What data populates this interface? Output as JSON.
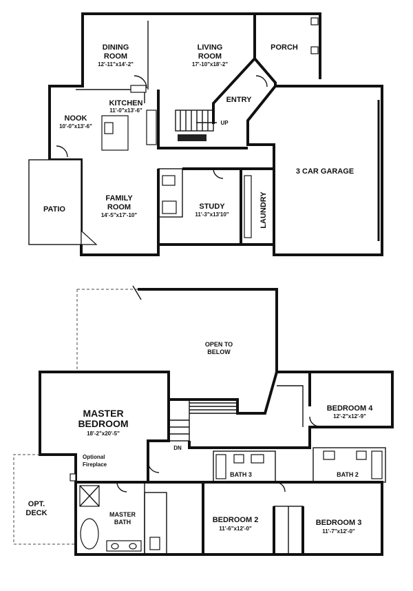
{
  "first_floor": {
    "dining": {
      "name_1": "DINING",
      "name_2": "ROOM",
      "dims": "12'-11\"x14'-2\""
    },
    "living": {
      "name_1": "LIVING",
      "name_2": "ROOM",
      "dims": "17'-10\"x18'-2\""
    },
    "porch": {
      "name": "PORCH"
    },
    "kitchen": {
      "name": "KITCHEN",
      "dims": "11'-0\"x13'-6\""
    },
    "nook": {
      "name": "NOOK",
      "dims": "10'-0\"x13'-6\""
    },
    "entry": {
      "name": "ENTRY"
    },
    "stair_up": "UP",
    "garage": {
      "name": "3 CAR GARAGE"
    },
    "patio": {
      "name": "PATIO"
    },
    "family": {
      "name_1": "FAMILY",
      "name_2": "ROOM",
      "dims": "14'-5\"x17'-10\""
    },
    "study": {
      "name": "STUDY",
      "dims": "11'-3\"x13'10\""
    },
    "laundry": {
      "name": "LAUNDRY"
    }
  },
  "second_floor": {
    "open_to_below_1": "OPEN TO",
    "open_to_below_2": "BELOW",
    "master": {
      "name_1": "MASTER",
      "name_2": "BEDROOM",
      "dims": "18'-2\"x20'-5\""
    },
    "bedroom4": {
      "name": "BEDROOM 4",
      "dims": "12'-2\"x12'-9\""
    },
    "stair_down": "DN",
    "bath3": "BATH 3",
    "bath2": "BATH 2",
    "fireplace_1": "Optional",
    "fireplace_2": "Fireplace",
    "deck_1": "OPT.",
    "deck_2": "DECK",
    "master_bath_1": "MASTER",
    "master_bath_2": "BATH",
    "bedroom2": {
      "name": "BEDROOM 2",
      "dims": "11'-6\"x12'-0\""
    },
    "bedroom3": {
      "name": "BEDROOM 3",
      "dims": "11'-7\"x12'-0\""
    }
  }
}
